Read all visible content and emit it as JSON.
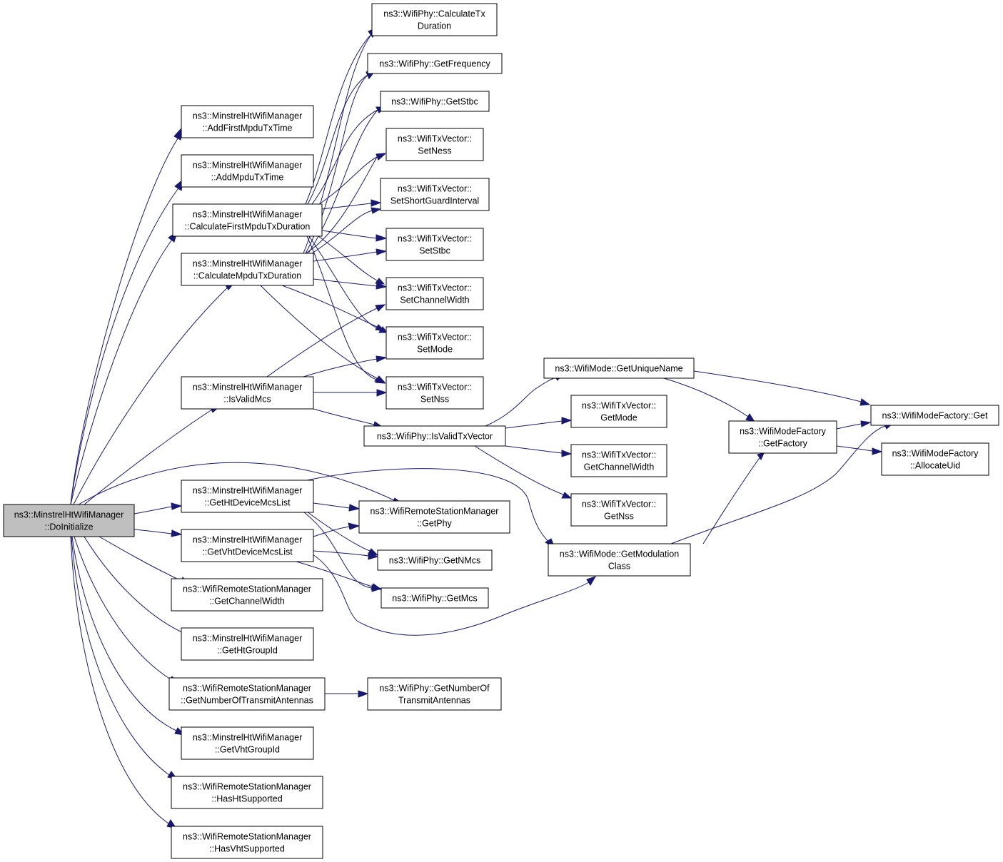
{
  "colors": {
    "edge": "#191970",
    "node_fill": "#ffffff",
    "root_fill": "#bfbfbf",
    "border": "#000000"
  },
  "nodes": {
    "root": {
      "lines": [
        "ns3::MinstrelHtWifiManager",
        "::DoInitialize"
      ],
      "root": true
    },
    "afmtt": {
      "lines": [
        "ns3::MinstrelHtWifiManager",
        "::AddFirstMpduTxTime"
      ]
    },
    "amtt": {
      "lines": [
        "ns3::MinstrelHtWifiManager",
        "::AddMpduTxTime"
      ]
    },
    "cfmtd": {
      "lines": [
        "ns3::MinstrelHtWifiManager",
        "::CalculateFirstMpduTxDuration"
      ]
    },
    "cmtd": {
      "lines": [
        "ns3::MinstrelHtWifiManager",
        "::CalculateMpduTxDuration"
      ]
    },
    "ivm": {
      "lines": [
        "ns3::MinstrelHtWifiManager",
        "::IsValidMcs"
      ]
    },
    "ghdml": {
      "lines": [
        "ns3::MinstrelHtWifiManager",
        "::GetHtDeviceMcsList"
      ]
    },
    "gvdml": {
      "lines": [
        "ns3::MinstrelHtWifiManager",
        "::GetVhtDeviceMcsList"
      ]
    },
    "gcw": {
      "lines": [
        "ns3::WifiRemoteStationManager",
        "::GetChannelWidth"
      ]
    },
    "ghgi": {
      "lines": [
        "ns3::MinstrelHtWifiManager",
        "::GetHtGroupId"
      ]
    },
    "gnta": {
      "lines": [
        "ns3::WifiRemoteStationManager",
        "::GetNumberOfTransmitAntennas"
      ]
    },
    "gvgi": {
      "lines": [
        "ns3::MinstrelHtWifiManager",
        "::GetVhtGroupId"
      ]
    },
    "hhs": {
      "lines": [
        "ns3::WifiRemoteStationManager",
        "::HasHtSupported"
      ]
    },
    "hvs": {
      "lines": [
        "ns3::WifiRemoteStationManager",
        "::HasVhtSupported"
      ]
    },
    "ctd": {
      "lines": [
        "ns3::WifiPhy::CalculateTx",
        "Duration"
      ]
    },
    "gfreq": {
      "lines": [
        "ns3::WifiPhy::GetFrequency"
      ]
    },
    "gstbc": {
      "lines": [
        "ns3::WifiPhy::GetStbc"
      ]
    },
    "sness": {
      "lines": [
        "ns3::WifiTxVector::",
        "SetNess"
      ]
    },
    "ssgi": {
      "lines": [
        "ns3::WifiTxVector::",
        "SetShortGuardInterval"
      ]
    },
    "sstbc": {
      "lines": [
        "ns3::WifiTxVector::",
        "SetStbc"
      ]
    },
    "scw": {
      "lines": [
        "ns3::WifiTxVector::",
        "SetChannelWidth"
      ]
    },
    "smode": {
      "lines": [
        "ns3::WifiTxVector::",
        "SetMode"
      ]
    },
    "snss": {
      "lines": [
        "ns3::WifiTxVector::",
        "SetNss"
      ]
    },
    "ivtv": {
      "lines": [
        "ns3::WifiPhy::IsValidTxVector"
      ]
    },
    "gphy": {
      "lines": [
        "ns3::WifiRemoteStationManager",
        "::GetPhy"
      ]
    },
    "gnmcs": {
      "lines": [
        "ns3::WifiPhy::GetNMcs"
      ]
    },
    "gmcs": {
      "lines": [
        "ns3::WifiPhy::GetMcs"
      ]
    },
    "gpnta": {
      "lines": [
        "ns3::WifiPhy::GetNumberOf",
        "TransmitAntennas"
      ]
    },
    "gun": {
      "lines": [
        "ns3::WifiMode::GetUniqueName"
      ]
    },
    "gmode": {
      "lines": [
        "ns3::WifiTxVector::",
        "GetMode"
      ]
    },
    "gchw": {
      "lines": [
        "ns3::WifiTxVector::",
        "GetChannelWidth"
      ]
    },
    "gnss": {
      "lines": [
        "ns3::WifiTxVector::",
        "GetNss"
      ]
    },
    "gmc": {
      "lines": [
        "ns3::WifiMode::GetModulation",
        "Class"
      ]
    },
    "gfact": {
      "lines": [
        "ns3::WifiModeFactory",
        "::GetFactory"
      ]
    },
    "mfget": {
      "lines": [
        "ns3::WifiModeFactory::Get"
      ]
    },
    "aluid": {
      "lines": [
        "ns3::WifiModeFactory",
        "::AllocateUid"
      ]
    }
  }
}
